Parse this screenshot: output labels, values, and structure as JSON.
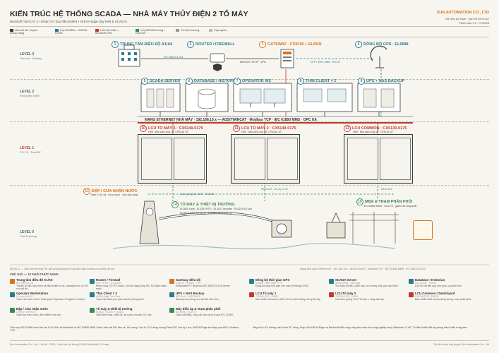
{
  "header": {
    "title": "KIẾN TRÚC HỆ THỐNG SCADA — NHÀ MÁY THỦY ĐIỆN 2 TỔ MÁY",
    "subtitle": "Beckhoff TwinCAT 3 / EtherCAT (tủy điều khiển) • AVEVA Edge (tủy HMI & SCADA)",
    "brand": "SUN AUTOMATION CO., LTD",
    "doc_no": "Số hiệu bộ hoàn · bản vẽ ID:00-A1",
    "revision": "Phiên bản 1.0 · 07/2025"
  },
  "legend": [
    {
      "label": "Liên kết đồ / truyền thông mạng",
      "color": "#3a3a3a"
    },
    {
      "label": "Lớp SCADA — AVEVA EDGE",
      "color": "#2d7a8e"
    },
    {
      "label": "Liên kết nhiệt — Beckhoff CPU",
      "color": "#c0392b"
    },
    {
      "label": "Lớp AVEVA trường / Địa hình",
      "color": "#3b8a52"
    },
    {
      "label": "Tín hiệu trường",
      "color": "#999999"
    },
    {
      "label": "Cấp nguồn",
      "color": "#bbbbbb"
    }
  ],
  "levels": [
    {
      "name": "LEVEL 3",
      "desc": "Trạm sai · Gateway"
    },
    {
      "name": "LEVEL 2",
      "desc": "Phòng điều khiển"
    },
    {
      "name": "LEVEL 1",
      "desc": "Tủ LCU · TwinCAT"
    },
    {
      "name": "LEVEL 0",
      "desc": "Thiết bị trường"
    }
  ],
  "nodes": {
    "n1": {
      "num": "1",
      "label": "TRUNG TÂM ĐIỀU ĐỘ A1/A0"
    },
    "n2": {
      "num": "2",
      "label": "ROUTER / FIREWALL"
    },
    "n3": {
      "num": "3",
      "label": "GATEWAY · CX8190 + EL6601"
    },
    "n4": {
      "num": "4",
      "label": "ĐỒNG BỘ GPS · EL6688"
    },
    "n5": {
      "num": "5",
      "label": "SCADA SERVER"
    },
    "n6": {
      "num": "6",
      "label": "DATABASE / HISTORIAN"
    },
    "n7": {
      "num": "7",
      "label": "OPERATOR WS"
    },
    "n8": {
      "num": "8",
      "label": "THIN CLIENT × 2"
    },
    "n9": {
      "num": "9",
      "label": "UPS + NAS BACKUP"
    },
    "n10": {
      "num": "10",
      "label": "LCU TỔ MÁY 1 · CX5140-0175"
    },
    "n11": {
      "num": "11",
      "label": "LCU TỔ MÁY 2 · CX5140-0175"
    },
    "n12": {
      "num": "12",
      "label": "LCU COMMON · CX5130-0175"
    },
    "n13": {
      "num": "13",
      "label": "ĐẬP / CỬA NHẬN NƯỚC"
    },
    "n14": {
      "num": "14",
      "label": "TỔ MÁY & THIẾT BỊ TRƯỜNG"
    },
    "n15": {
      "num": "15",
      "label": "MBA & TRẠM PHÂN PHỐI"
    }
  },
  "labels": {
    "iec104": "IEC 60870-5-104",
    "ethernet_vpn": "Ethernet TCP/IP · VPN",
    "ntp": "NTP / IEEE 1588 · IRIG-B",
    "bus": "MẠNG ETHERNET NHÀ MÁY · 192.168.10.x — ADS/TWINCAT · Modbus TCP · IEC 61850 MMS · OPC UA",
    "hmi1": "HMI · bản cảm ứng 15\" CP3315 10\"",
    "hmi2": "HMI · bản cảm ứng 15\" CP3315 10\"",
    "hmi3": "HMI · bản cảm ứng 15\" CP3315 10\"",
    "fiber": "Cáp quang đa mode · EK1501",
    "ethercat": "EtherCAT · chu kỳ 1 ms",
    "ethercat2": "EtherCAT",
    "n13_desc": "Trạm IO từ xa · mực nước · cửa van cung",
    "n14_desc1": "EL3602 rung · EL3204 RTD · EL1021 encoder · EL6224 IO-Link",
    "n14_desc2": "Modbus RTU (EL6021) · Hệ tiền / hồ & kích từ",
    "n15_desc": "IEC 61850 MMS · EL3773 · giám sát công suất",
    "level1_note": "LEVEL 0 — Cảm biến trường TR: kết cơng dụng cho trung tâm điều hướng cho phép kết nối.",
    "bus_note": "Mạng nhà máy: Ethernet lõi · 192.168.10.x · ADS/TwinCAT · Modbus TCP · IEC 61850 MMS · IEC 60870-5-104"
  },
  "footer": {
    "section_title": "CHÚ GIẢI — 15 KHỐI CHỨC NĂNG",
    "items": [
      {
        "name": "Trung tâm điều độ A1/A0",
        "code": "IEC 60870-5-104",
        "desc": "Truyền dữ liệu vận hành và điều khiển từ xa, cascade trực vì LTĐ cho chỉ thị."
      },
      {
        "name": "Router / Firewall",
        "code": "VPN · IPSec · IEC 62443",
        "desc": "Phân vùng OT/ IEC mạnh, chỉ mở đúng cổng IEC 104 theo danh sách."
      },
      {
        "name": "Gateway điều độ",
        "code": "CX8190 + EL6601 · TC3",
        "desc": "Embedded PC tổng hợp IEC 60870-5-104 Server."
      },
      {
        "name": "Đồng bộ thời gian GPS",
        "code": "EL6688 · IEEE 1588 · PTP",
        "desc": "Đồng bộ nhịp thời gian cho toàn hệ thống (SOE)."
      },
      {
        "name": "SCADA Server",
        "code": "AVEVA Edge · 1500 tags",
        "desc": "Thu thập dữ liệu, cảnh báo, xu hướng, báo cáo vận hành."
      },
      {
        "name": "Database / Historian",
        "code": "SQL Server · TF6420",
        "desc": "Lưu trữ dữ liệu quá khứ phục vụ phân tích."
      },
      {
        "name": "Operator Workstation",
        "code": "2 × màn hình 24\"",
        "desc": "Trạm vận hành chính: Phát quyền Operator / Engineer / Admin."
      },
      {
        "name": "Thin Client × 2",
        "code": "AVEVA Edge Thin Client",
        "desc": "Trạm vận hành phụ giám sát từ phòng khác."
      },
      {
        "name": "UPS + NAS Backup",
        "code": "UPS 3kVA · NAS RAID1",
        "desc": "Backup dự phòng, lưu dữ liệu cấu hình."
      },
      {
        "name": "LCU Tổ máy 1",
        "code": "CX5140-0175 · C6030",
        "desc": "Điều khiển Governor, AVR, trình tự khởi động, dừng tổ máy."
      },
      {
        "name": "LCU Tổ máy 2",
        "code": "CX5140-0175 · C6030",
        "desc": "Cấu hình giống LCU Tổ máy 1, chạy độc lập."
      },
      {
        "name": "LCU Common / Switchyard",
        "code": "CX5130-0175 · EL6201",
        "desc": "Điều khiển thiết bị phụ dùng chung, trạm phân phối."
      },
      {
        "name": "Đập / Cửa nhận nước",
        "code": "CX9020 · EtherCAT",
        "desc": "Giám sát mực nước, điều khiển cửa van."
      },
      {
        "name": "Tổ máy & thiết bị trường",
        "code": "EL3602 · EL3204 · EL1021",
        "desc": "Cảm biến rung, nhiệt độ, áp suất, encoder, IO-Link."
      },
      {
        "name": "Máy biến áp & Trạm phân phối",
        "code": "IEC 61850 · EL3773",
        "desc": "Giám sát MBA, máy cắt, dao cách ly qua IEC 61850."
      }
    ]
  },
  "notes": {
    "left": "Tính hợp IEC 61850 mức liên lạc LCU: Kết nối Beckhoff và IEC 61850 MMS Client, liên kết IED bảo vệ, đo lường. Các tủ LCU dùng chung EtherCAT chu kỳ 1 ms; AVEVA Edge thu thập qua ADS, Modbus TCP.",
    "right": "Máy chủ LƯU không cần Panel PC riêng. Máy chủ AVEVA Edge và Beckhoff HMI cùng chạy trên máy tính công nghiệp dùng Windows 10 IoT. Tủ điều khiển đặt tại phòng điều khiển trung tâm."
  },
  "footline": {
    "left": "Sun Automation Co., Ltd · Hà Nội · 2025 · Kiến trúc hệ thống SCADA thủy điện 2 tổ máy",
    "right": "Tài liệu thuộc bản quyền Sun Automation Co., Ltd"
  }
}
